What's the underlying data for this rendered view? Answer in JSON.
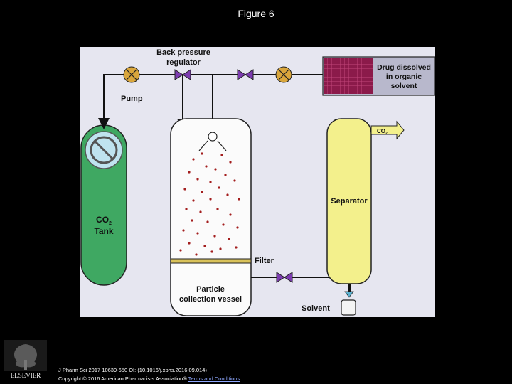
{
  "slide": {
    "title": "Figure 6"
  },
  "diagram": {
    "labels": {
      "back_pressure_line1": "Back pressure",
      "back_pressure_line2": "regulator",
      "pump": "Pump",
      "drug_line1": "Drug dissolved",
      "drug_line2": "in organic",
      "drug_line3": "solvent",
      "co2_outlet": "CO",
      "co2_outlet_sub": "2",
      "tank_line1": "CO",
      "tank_line1_sub": "2",
      "tank_line2": "Tank",
      "separator": "Separator",
      "filter": "Filter",
      "vessel_line1": "Particle",
      "vessel_line2": "collection vessel",
      "solvent": "Solvent"
    },
    "colors": {
      "background": "#e6e6f0",
      "tank": "#3fa862",
      "separator": "#f3f08c",
      "drug_reservoir": "#8b1a4a",
      "valve": "#d9a63c",
      "bpr_valve": "#7c3bb0",
      "particles": "#a31e1e",
      "filter": "#d9c25a"
    }
  },
  "footer": {
    "citation_line1": "J Pharm Sci 2017 10639-650 OI: (10.1016/j.xphs.2016.09.014)",
    "citation_line2": "Copyright © 2016 American Pharmacists Association® ",
    "terms_link": "Terms and Conditions",
    "publisher": "ELSEVIER"
  }
}
